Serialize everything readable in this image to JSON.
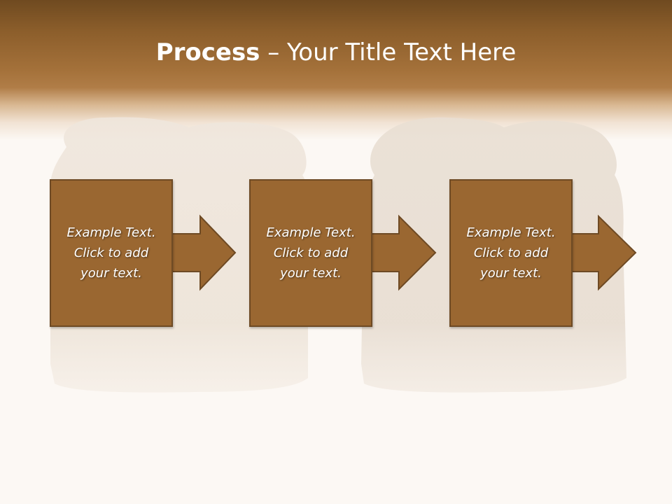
{
  "slide": {
    "title_bold": "Process",
    "title_rest": " – Your Title Text Here"
  },
  "steps": [
    {
      "text": "Example Text.\nClick  to add\nyour text.",
      "arrow": "arrow-right-icon"
    },
    {
      "text": "Example Text.\nClick  to add\nyour text.",
      "arrow": "arrow-right-icon"
    },
    {
      "text": "Example Text.\nClick  to add\nyour text.",
      "arrow": "arrow-right-icon"
    }
  ],
  "colors": {
    "header_dark": "#6f4a20",
    "header_mid": "#a4713a",
    "box_fill": "#9a6731",
    "box_border": "#6e4a24",
    "background": "#fcf8f4"
  }
}
